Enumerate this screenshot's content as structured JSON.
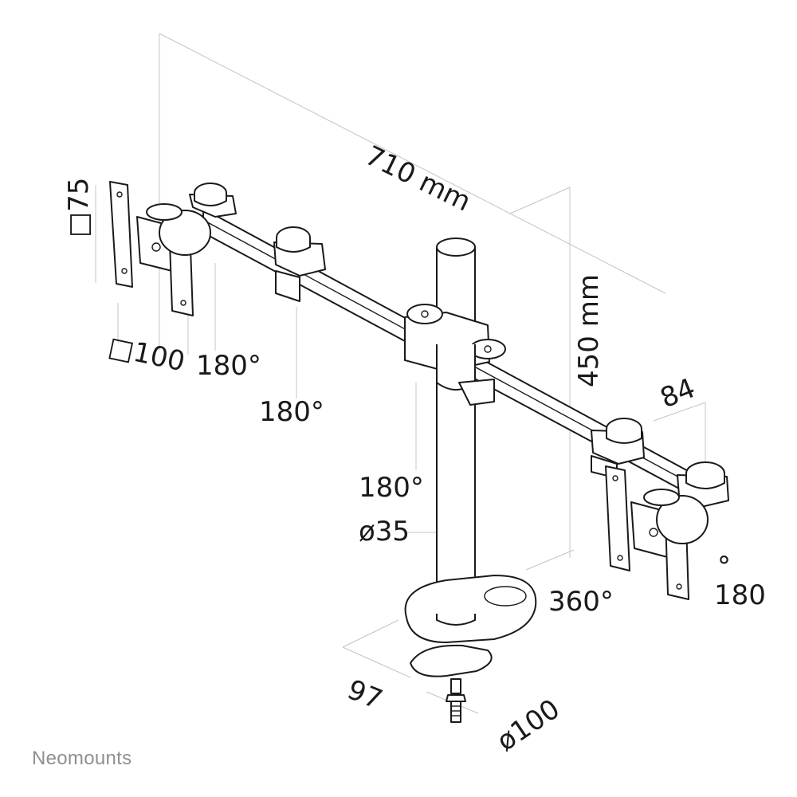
{
  "dimensions": {
    "arm_width": "710 mm",
    "pole_height": "450 mm",
    "arm_depth": "84",
    "vesa_height": "□75",
    "vesa_width": "□100",
    "pole_diameter": "ø35",
    "clamp_depth": "97",
    "base_diameter": "ø100"
  },
  "rotations": {
    "left_plate": "180°",
    "left_joint": "180°",
    "center_joint": "180°",
    "right_swivel": "360°",
    "right_plate_degree": "°",
    "right_plate_value": "180"
  },
  "brand": "Neomounts"
}
